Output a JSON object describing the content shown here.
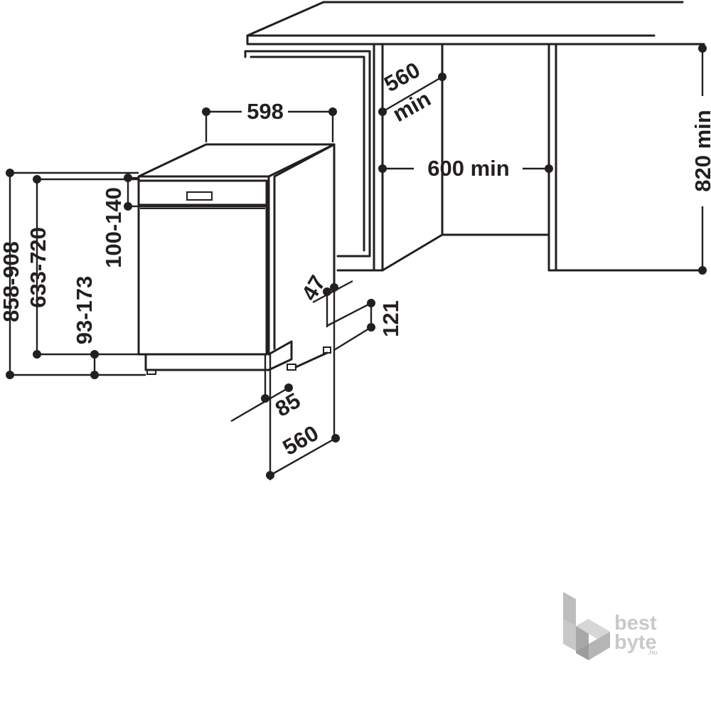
{
  "labels": {
    "width": "598",
    "niche_depth_top": "560",
    "niche_depth_top_min": "min",
    "niche_width": "600 min",
    "niche_height": "820 min",
    "panel_height": "100-140",
    "total_height": "858-908",
    "body_height": "633-720",
    "plinth_height": "93-173",
    "side_offset": "47",
    "foot_height": "121",
    "door_depth": "85",
    "depth": "560"
  },
  "watermark": {
    "line1": "best",
    "line2": "byte",
    "suffix": ".hu"
  },
  "colors": {
    "ink": "#231f20",
    "watermark": "#c9c9c9"
  }
}
